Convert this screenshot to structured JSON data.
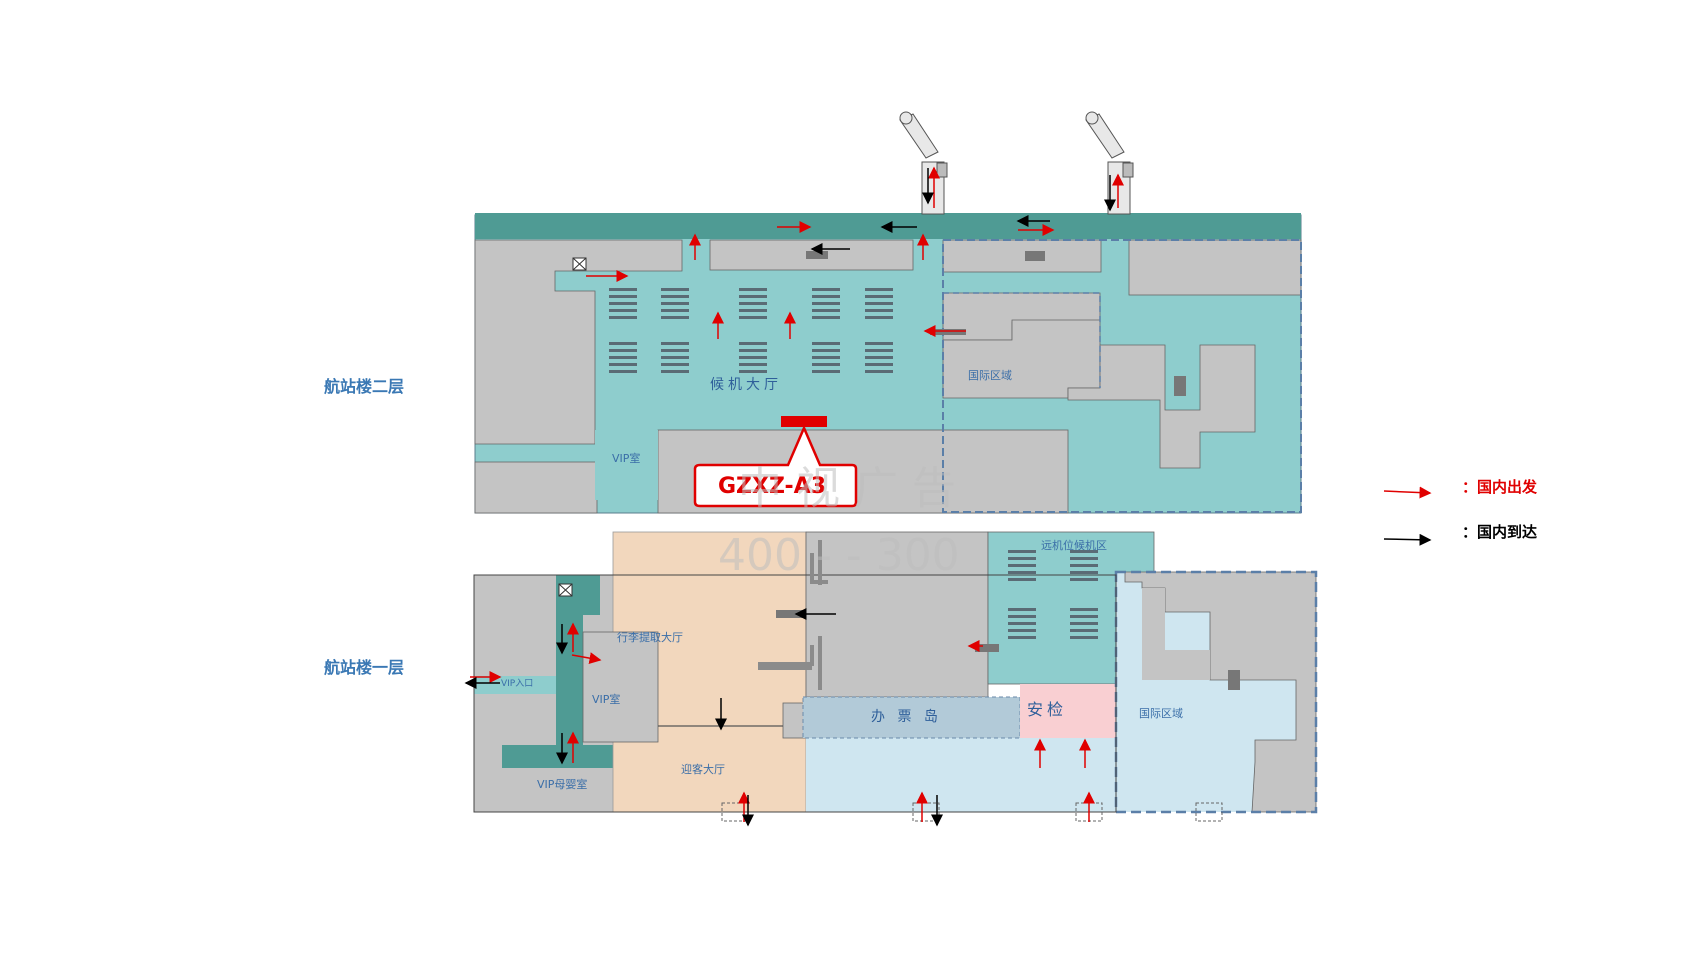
{
  "floors": {
    "upper": {
      "label": "航站楼二层"
    },
    "lower": {
      "label": "航站楼一层"
    }
  },
  "areas": {
    "waiting_hall": "候机大厅",
    "intl_zone_upper": "国际区域",
    "vip_room_upper": "VIP室",
    "baggage_claim": "行李提取大厅",
    "vip_entrance": "VIP入口",
    "vip_room_lower": "VIP室",
    "vip_mother_baby": "VIP母婴室",
    "greeting_hall": "迎客大厅",
    "ticket_island": "办 票 岛",
    "security": "安检",
    "remote_gate": "远机位候机区",
    "intl_zone_lower": "国际区域"
  },
  "ad_position": {
    "code": "GZXZ-A3",
    "color": "#e00000"
  },
  "watermark": {
    "line1": "中 视 广 告",
    "line2": "400 -  -  300"
  },
  "legend": {
    "departure": {
      "label": "：国内出发",
      "color": "#e00000"
    },
    "arrival": {
      "label": "：国内到达",
      "color": "#000000"
    }
  },
  "colors": {
    "teal": "#8ecdcd",
    "teal_dark": "#4f9b94",
    "gray": "#c4c4c4",
    "peach": "#f2d7bd",
    "light_blue": "#cfe6f0",
    "pink": "#f9cfd2"
  }
}
